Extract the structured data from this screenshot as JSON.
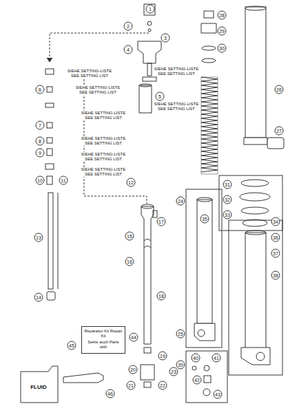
{
  "diagram": {
    "nodes": [
      {
        "text": [
          "Reparatur-Kit Repair Kit",
          "Siehe auch Parts with"
        ]
      }
    ],
    "labels": [
      "1",
      "2",
      "3",
      "4",
      "5",
      "6",
      "7",
      "8",
      "9",
      "10",
      "11",
      "12",
      "13",
      "14",
      "15",
      "16",
      "17",
      "18",
      "19",
      "20",
      "21",
      "22",
      "23",
      "24",
      "25",
      "26",
      "27",
      "28",
      "29",
      "30",
      "31",
      "32",
      "33",
      "34",
      "35",
      "36",
      "37",
      "38",
      "39",
      "40",
      "41",
      "42",
      "43",
      "44",
      "45",
      "46",
      "SIEHE SETTING-LISTE SEE SETTING LIST",
      "SIEHE SETTING-LISTE SEE SETTING LIST",
      "SIEHE SETTING-LISTE SEE SETTING LIST",
      "SIEHE SETTING-LISTE SEE SETTING LIST",
      "SIEHE SETTING-LISTE SEE SETTING LIST",
      "SIEHE SETTING-LISTE SEE SETTING LIST",
      "SIEHE SETTING-LISTE SEE SETTING LIST",
      "SIEHE SETTING-LISTE SEE SETTING LIST",
      "FLUID"
    ]
  }
}
